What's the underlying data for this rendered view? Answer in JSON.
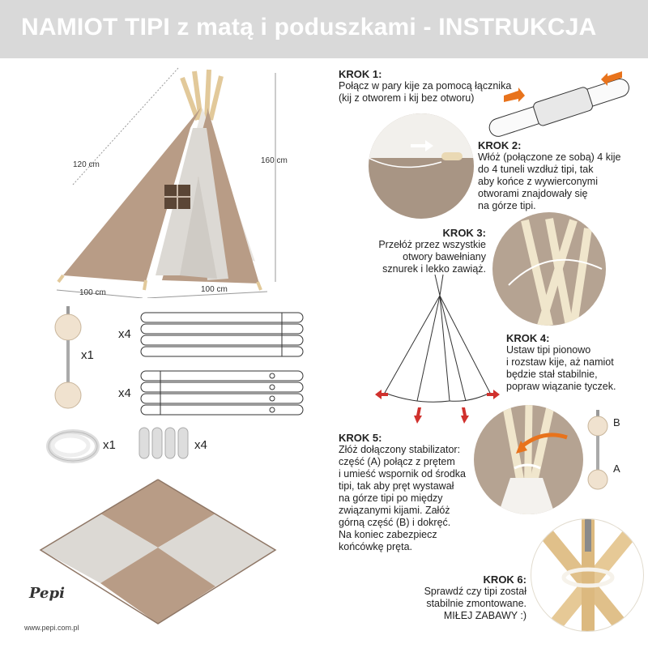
{
  "header": {
    "title": "NAMIOT TIPI z matą i poduszkami - INSTRUKCJA"
  },
  "dimensions": {
    "side": "120 cm",
    "height": "160 cm",
    "base_left": "100 cm",
    "base_right": "100 cm"
  },
  "parts": {
    "qty_connector": "x1",
    "qty_poles_a": "x4",
    "qty_poles_b": "x4",
    "qty_rope": "x1",
    "qty_caps": "x4"
  },
  "brand": {
    "url": "www.pepi.com.pl",
    "logo_text": "Pepi"
  },
  "steps": [
    {
      "title": "KROK 1:",
      "body": "Połącz w pary kije za pomocą łącznika\n(kij z otworem i kij bez otworu)"
    },
    {
      "title": "KROK 2:",
      "body": "Włóż (połączone ze sobą) 4 kije\ndo 4 tuneli wzdłuż tipi, tak\naby końce z wywierconymi\notworami znajdowały się\nna górze tipi."
    },
    {
      "title": "KROK 3:",
      "body": "Przełóż przez wszystkie\notwory bawełniany\nsznurek i lekko zawiąż."
    },
    {
      "title": "KROK 4:",
      "body": "Ustaw tipi pionowo\ni rozstaw kije, aż namiot\nbędzie stał stabilnie,\npopraw wiązanie tyczek."
    },
    {
      "title": "KROK 5:",
      "body": "Złóż dołączony stabilizator:\nczęść (A) połącz z prętem\ni umieść wspornik od środka\ntipi, tak aby pręt wystawał\nna górze tipi po między\nzwiązanymi kijami. Załóż\ngórną część (B) i dokręć.\nNa koniec zabezpiecz\nkońcówkę pręta."
    },
    {
      "title": "KROK 6:",
      "body": "Sprawdź czy tipi został\nstabilnie zmontowane.\nMIŁEJ ZABAWY :)"
    }
  ],
  "stabilizer_labels": {
    "b": "B",
    "a": "A"
  }
}
